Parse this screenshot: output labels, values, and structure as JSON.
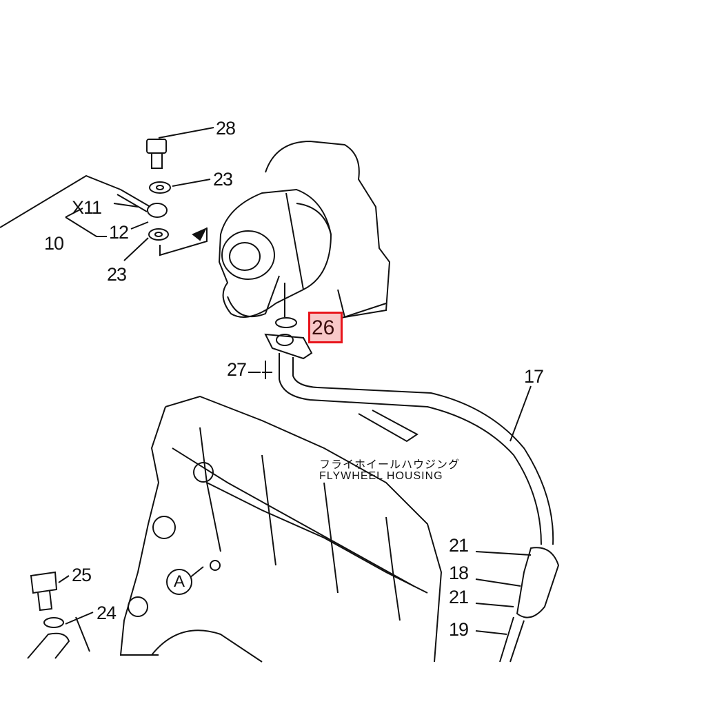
{
  "diagram": {
    "callouts": [
      {
        "id": "28",
        "label": "28"
      },
      {
        "id": "23a",
        "label": "23"
      },
      {
        "id": "11",
        "label": "X11"
      },
      {
        "id": "12",
        "label": "12"
      },
      {
        "id": "10",
        "label": "10"
      },
      {
        "id": "23b",
        "label": "23"
      },
      {
        "id": "27",
        "label": "27"
      },
      {
        "id": "17",
        "label": "17"
      },
      {
        "id": "21a",
        "label": "21"
      },
      {
        "id": "18",
        "label": "18"
      },
      {
        "id": "21b",
        "label": "21"
      },
      {
        "id": "19",
        "label": "19"
      },
      {
        "id": "25",
        "label": "25"
      },
      {
        "id": "24",
        "label": "24"
      }
    ],
    "highlighted": {
      "label": "26",
      "color": "#e8141b",
      "fill": "#f8c8c8"
    },
    "view_marker": "A",
    "caption_jp": "フライホイールハウジング",
    "caption_en": "FLYWHEEL HOUSING"
  }
}
